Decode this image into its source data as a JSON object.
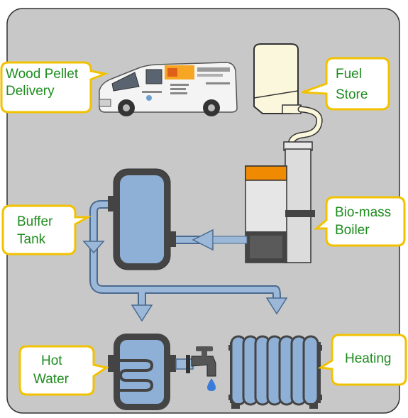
{
  "colors": {
    "background": "#c8c8c8",
    "callout_border": "#f2c200",
    "callout_fill": "#ffffff",
    "callout_text": "#1e8c1e",
    "water_pipe": "#9cb8d8",
    "water_pipe_edge": "#4a6a90",
    "tank_fill": "#8fb0d6",
    "tank_border": "#444444",
    "boiler_accent": "#f08a00"
  },
  "callouts": {
    "delivery": {
      "line1": "Wood Pellet",
      "line2": "Delivery"
    },
    "fuel_store": {
      "line1": "Fuel",
      "line2": "Store"
    },
    "boiler": {
      "line1": "Bio-mass",
      "line2": "Boiler"
    },
    "buffer_tank": {
      "line1": "Buffer",
      "line2": "Tank"
    },
    "hot_water": {
      "line1": "Hot",
      "line2": "Water"
    },
    "heating": {
      "line1": "Heating"
    }
  }
}
